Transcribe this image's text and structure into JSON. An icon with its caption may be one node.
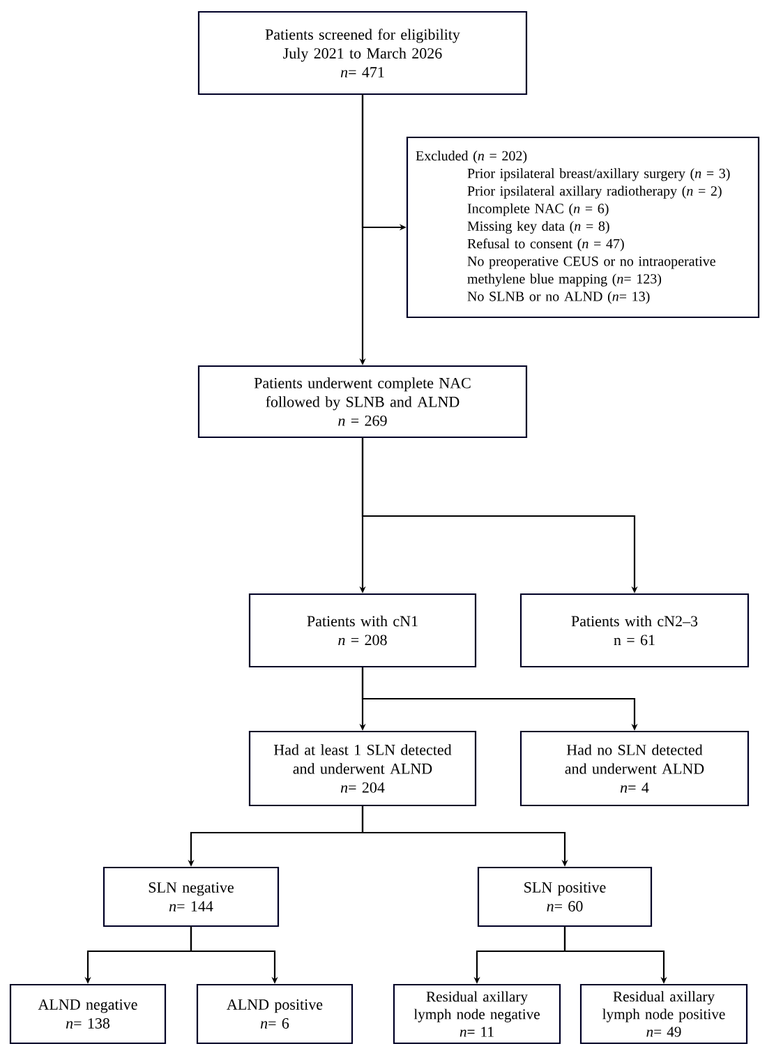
{
  "diagram": {
    "nodes": [
      {
        "text": [
          "Patients screened for eligibility July 2021 to March 2026",
          "*n*= 471"
        ]
      },
      {
        "text": [
          "Excluded (*n* = 202)",
          "Prior ipsilateral breast/axillary surgery (*n* = 3)",
          "Prior ipsilateral axillary radiotherapy (*n* = 2)",
          "Incomplete NAC (*n* = 6)",
          "Missing key data (*n* = 8)",
          "Refusal to consent (*n* = 47)",
          "No preoperative CEUS or no intraoperative methylene blue mapping (*n*= 123)",
          "No SLNB or no ALND (*n*= 13)"
        ]
      },
      {
        "text": [
          "Patients underwent complete NAC followed by SLNB and ALND",
          "*n* = 269"
        ]
      },
      {
        "text": [
          "Patients with cN1",
          "*n* = 208"
        ]
      },
      {
        "text": [
          "Patients with cN2–3",
          "n = 61"
        ]
      },
      {
        "text": [
          "Had at least 1 SLN detected and underwent ALND",
          "*n*= 204"
        ]
      },
      {
        "text": [
          "Had no SLN detected and underwent ALND",
          "*n*= 4"
        ]
      },
      {
        "text": [
          "SLN negative",
          "*n*= 144"
        ]
      },
      {
        "text": [
          "SLN positive",
          "*n*= 60"
        ]
      },
      {
        "text": [
          "ALND negative",
          "*n*= 138"
        ]
      },
      {
        "text": [
          "ALND positive",
          "*n*= 6"
        ]
      },
      {
        "text": [
          "Residual axillary lymph node negative",
          "*n*= 11"
        ]
      },
      {
        "text": [
          "Residual axillary lymph node positive",
          "*n*= 49"
        ]
      }
    ],
    "edges": [
      {
        "from": 0,
        "to": 2,
        "arrow": "to"
      },
      {
        "from": 0,
        "to": 1,
        "arrow": "to"
      },
      {
        "from": 2,
        "to": 3,
        "arrow": "to"
      },
      {
        "from": 2,
        "to": 4,
        "arrow": "to"
      },
      {
        "from": 3,
        "to": 5,
        "arrow": "to"
      },
      {
        "from": 3,
        "to": 6,
        "arrow": "to"
      },
      {
        "from": 5,
        "to": 7,
        "arrow": "to"
      },
      {
        "from": 5,
        "to": 8,
        "arrow": "to"
      },
      {
        "from": 7,
        "to": 9,
        "arrow": "to"
      },
      {
        "from": 7,
        "to": 10,
        "arrow": "to"
      },
      {
        "from": 8,
        "to": 11,
        "arrow": "to"
      },
      {
        "from": 8,
        "to": 12,
        "arrow": "to"
      }
    ]
  }
}
